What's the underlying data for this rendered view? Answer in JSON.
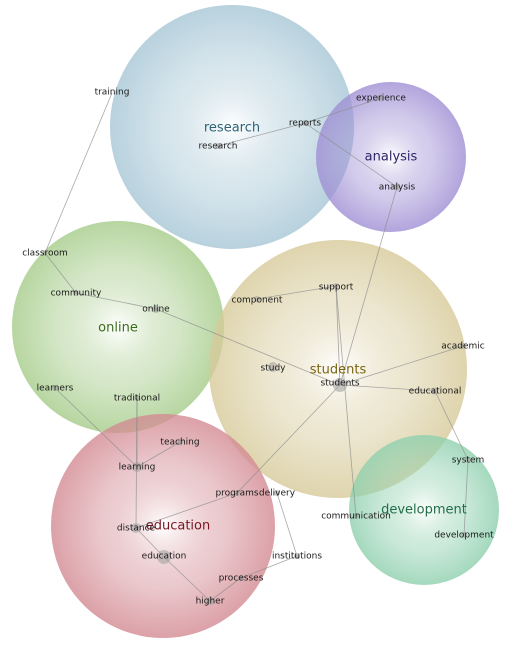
{
  "clusters": [
    {
      "id": "research",
      "label": "research",
      "color": "#a7c7d6",
      "text_color": "#2f6378"
    },
    {
      "id": "analysis",
      "label": "analysis",
      "color": "#9f8fd4",
      "text_color": "#2f2468"
    },
    {
      "id": "online",
      "label": "online",
      "color": "#a6cc8a",
      "text_color": "#3d6b1d"
    },
    {
      "id": "students",
      "label": "students",
      "color": "#d7ca9a",
      "text_color": "#7a6410"
    },
    {
      "id": "education",
      "label": "education",
      "color": "#d38b93",
      "text_color": "#7a1622"
    },
    {
      "id": "development",
      "label": "development",
      "color": "#8fd0ae",
      "text_color": "#1f6e46"
    }
  ],
  "terms": [
    {
      "id": "training",
      "label": "training"
    },
    {
      "id": "research",
      "label": "research"
    },
    {
      "id": "reports",
      "label": "reports"
    },
    {
      "id": "experience",
      "label": "experience"
    },
    {
      "id": "analysis",
      "label": "analysis"
    },
    {
      "id": "classroom",
      "label": "classroom"
    },
    {
      "id": "community",
      "label": "community"
    },
    {
      "id": "online",
      "label": "online"
    },
    {
      "id": "component",
      "label": "component"
    },
    {
      "id": "support",
      "label": "support"
    },
    {
      "id": "academic",
      "label": "academic"
    },
    {
      "id": "study",
      "label": "study"
    },
    {
      "id": "students",
      "label": "students"
    },
    {
      "id": "educational",
      "label": "educational"
    },
    {
      "id": "learners",
      "label": "learners"
    },
    {
      "id": "traditional",
      "label": "traditional"
    },
    {
      "id": "teaching",
      "label": "teaching"
    },
    {
      "id": "learning",
      "label": "learning"
    },
    {
      "id": "programs",
      "label": "programs"
    },
    {
      "id": "delivery",
      "label": "delivery"
    },
    {
      "id": "system",
      "label": "system"
    },
    {
      "id": "communication",
      "label": "communication"
    },
    {
      "id": "development",
      "label": "development"
    },
    {
      "id": "distance",
      "label": "distance"
    },
    {
      "id": "education",
      "label": "education"
    },
    {
      "id": "institutions",
      "label": "institutions"
    },
    {
      "id": "processes",
      "label": "processes"
    },
    {
      "id": "higher",
      "label": "higher"
    }
  ],
  "edges": [
    [
      "training",
      "classroom"
    ],
    [
      "research",
      "reports"
    ],
    [
      "reports",
      "experience"
    ],
    [
      "reports",
      "analysis"
    ],
    [
      "analysis",
      "students"
    ],
    [
      "classroom",
      "community"
    ],
    [
      "community",
      "online"
    ],
    [
      "online",
      "students"
    ],
    [
      "component",
      "support"
    ],
    [
      "support",
      "students"
    ],
    [
      "support",
      "communication"
    ],
    [
      "academic",
      "students"
    ],
    [
      "educational",
      "students"
    ],
    [
      "educational",
      "system"
    ],
    [
      "system",
      "development"
    ],
    [
      "learners",
      "learning"
    ],
    [
      "traditional",
      "learning"
    ],
    [
      "teaching",
      "learning"
    ],
    [
      "traditional",
      "distance"
    ],
    [
      "distance",
      "education"
    ],
    [
      "students",
      "programs"
    ],
    [
      "programs",
      "distance"
    ],
    [
      "delivery",
      "institutions"
    ],
    [
      "institutions",
      "processes"
    ],
    [
      "processes",
      "higher"
    ],
    [
      "education",
      "higher"
    ]
  ]
}
